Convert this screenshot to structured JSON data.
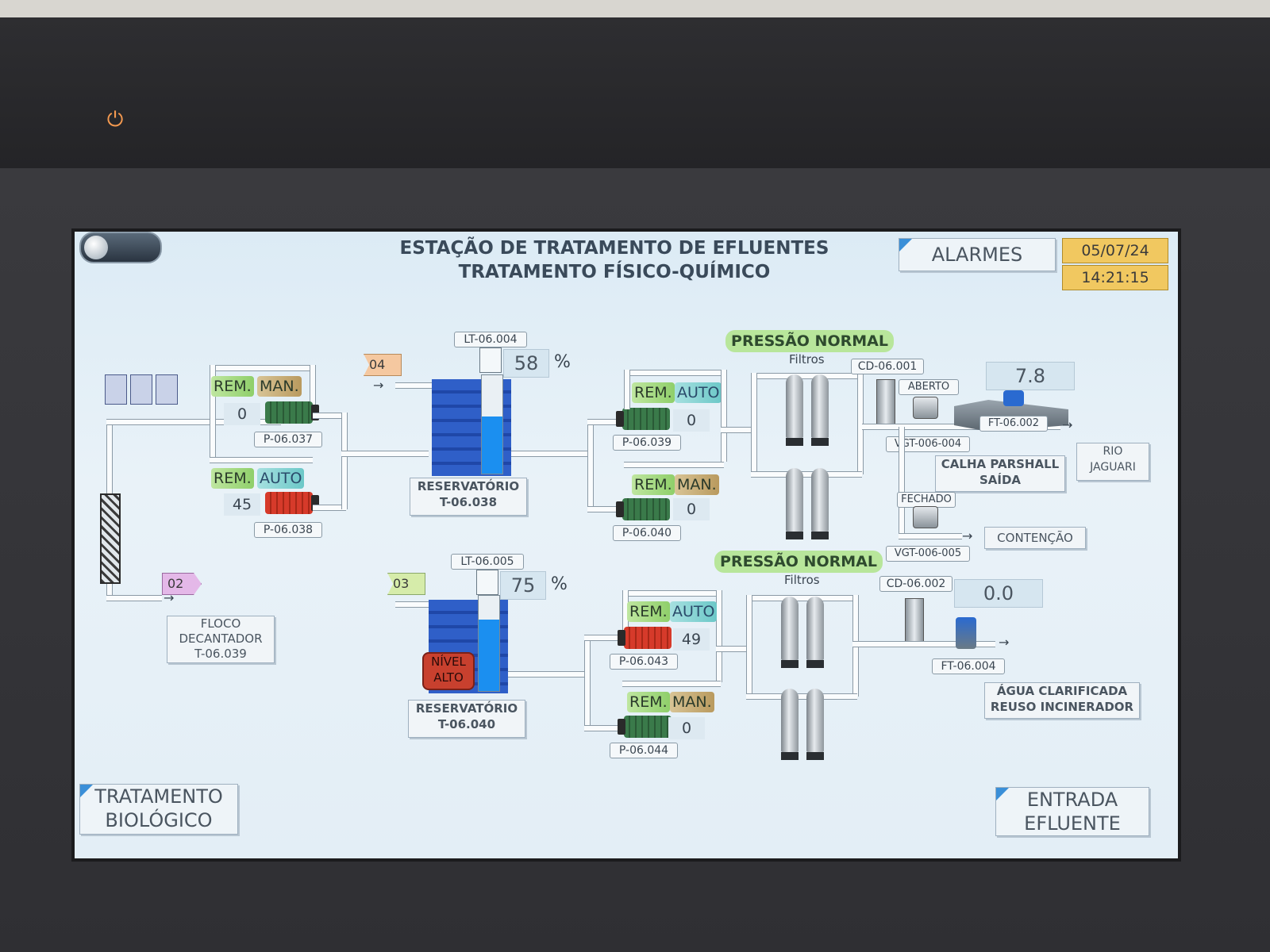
{
  "header": {
    "title_line1": "ESTAÇÃO DE TRATAMENTO DE EFLUENTES",
    "title_line2": "TRATAMENTO FÍSICO-QUÍMICO",
    "alarms_label": "ALARMES",
    "date": "05/07/24",
    "time": "14:21:15"
  },
  "nav": {
    "bottom_left_line1": "TRATAMENTO",
    "bottom_left_line2": "BIOLÓGICO",
    "bottom_right_line1": "ENTRADA",
    "bottom_right_line2": "EFLUENTE"
  },
  "flags": {
    "f04": "04",
    "f03": "03",
    "f02": "02"
  },
  "floco": {
    "line1": "FLOCO",
    "line2": "DECANTADOR",
    "line3": "T-06.039"
  },
  "pumps": {
    "p037": {
      "tag": "P-06.037",
      "mode1": "REM.",
      "mode2": "MAN.",
      "value": "0"
    },
    "p038": {
      "tag": "P-06.038",
      "mode1": "REM.",
      "mode2": "AUTO",
      "value": "45"
    },
    "p039": {
      "tag": "P-06.039",
      "mode1": "REM.",
      "mode2": "AUTO",
      "value": "0"
    },
    "p040": {
      "tag": "P-06.040",
      "mode1": "REM.",
      "mode2": "MAN.",
      "value": "0"
    },
    "p043": {
      "tag": "P-06.043",
      "mode1": "REM.",
      "mode2": "AUTO",
      "value": "49"
    },
    "p044": {
      "tag": "P-06.044",
      "mode1": "REM.",
      "mode2": "MAN.",
      "value": "0"
    }
  },
  "tanks": {
    "t038": {
      "lt_tag": "LT-06.004",
      "level": "58",
      "unit": "%",
      "name_line1": "RESERVATÓRIO",
      "name_line2": "T-06.038",
      "level_fraction": 0.58
    },
    "t040": {
      "lt_tag": "LT-06.005",
      "level": "75",
      "unit": "%",
      "name_line1": "RESERVATÓRIO",
      "name_line2": "T-06.040",
      "alarm_line1": "NÍVEL",
      "alarm_line2": "ALTO",
      "level_fraction": 0.75
    }
  },
  "filters": {
    "top_status": "PRESSÃO NORMAL",
    "top_label": "Filtros",
    "bottom_status": "PRESSÃO NORMAL",
    "bottom_label": "Filtros"
  },
  "outlet": {
    "cd1": "CD-06.001",
    "cd2": "CD-06.002",
    "vgt004": "VGT-006-004",
    "vgt005": "VGT-006-005",
    "aberto": "ABERTO",
    "fechado": "FECHADO",
    "ft002": "FT-06.002",
    "ft002_value": "7.8",
    "ft004": "FT-06.004",
    "ft004_value": "0.0",
    "calha_line1": "CALHA PARSHALL",
    "calha_line2": "SAÍDA",
    "rio_line1": "RIO",
    "rio_line2": "JAGUARI",
    "contencao": "CONTENÇÃO",
    "agua_line1": "ÁGUA CLARIFICADA",
    "agua_line2": "REUSO INCINERADOR"
  },
  "colors": {
    "accent_blue": "#3a8fd8",
    "status_green": "#b8e69b",
    "date_yellow": "#f1c860",
    "alarm_red": "#c8402e"
  }
}
